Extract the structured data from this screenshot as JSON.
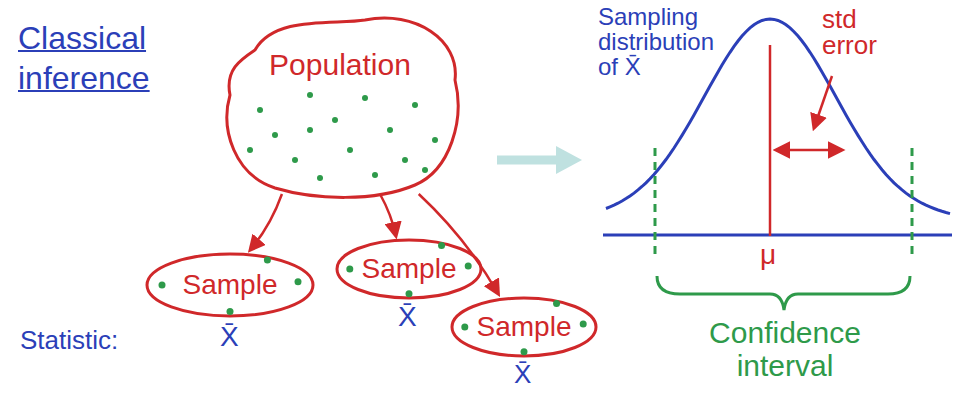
{
  "diagram": {
    "title": "Classical inference",
    "nodes": [
      {
        "text": [
          "Population"
        ]
      },
      {
        "text": [
          "Sample"
        ]
      },
      {
        "text": [
          "Sample"
        ]
      },
      {
        "text": [
          "Sample"
        ]
      }
    ],
    "edges": [
      {
        "from": 0,
        "to": 1,
        "arrow": "to"
      },
      {
        "from": 0,
        "to": 2,
        "arrow": "to"
      },
      {
        "from": 0,
        "to": 3,
        "arrow": "to"
      }
    ],
    "labels": [
      "Statistic:",
      "X̄",
      "X̄",
      "X̄",
      "Sampling distribution of X̄",
      "std error",
      "μ",
      "Confidence interval"
    ]
  }
}
